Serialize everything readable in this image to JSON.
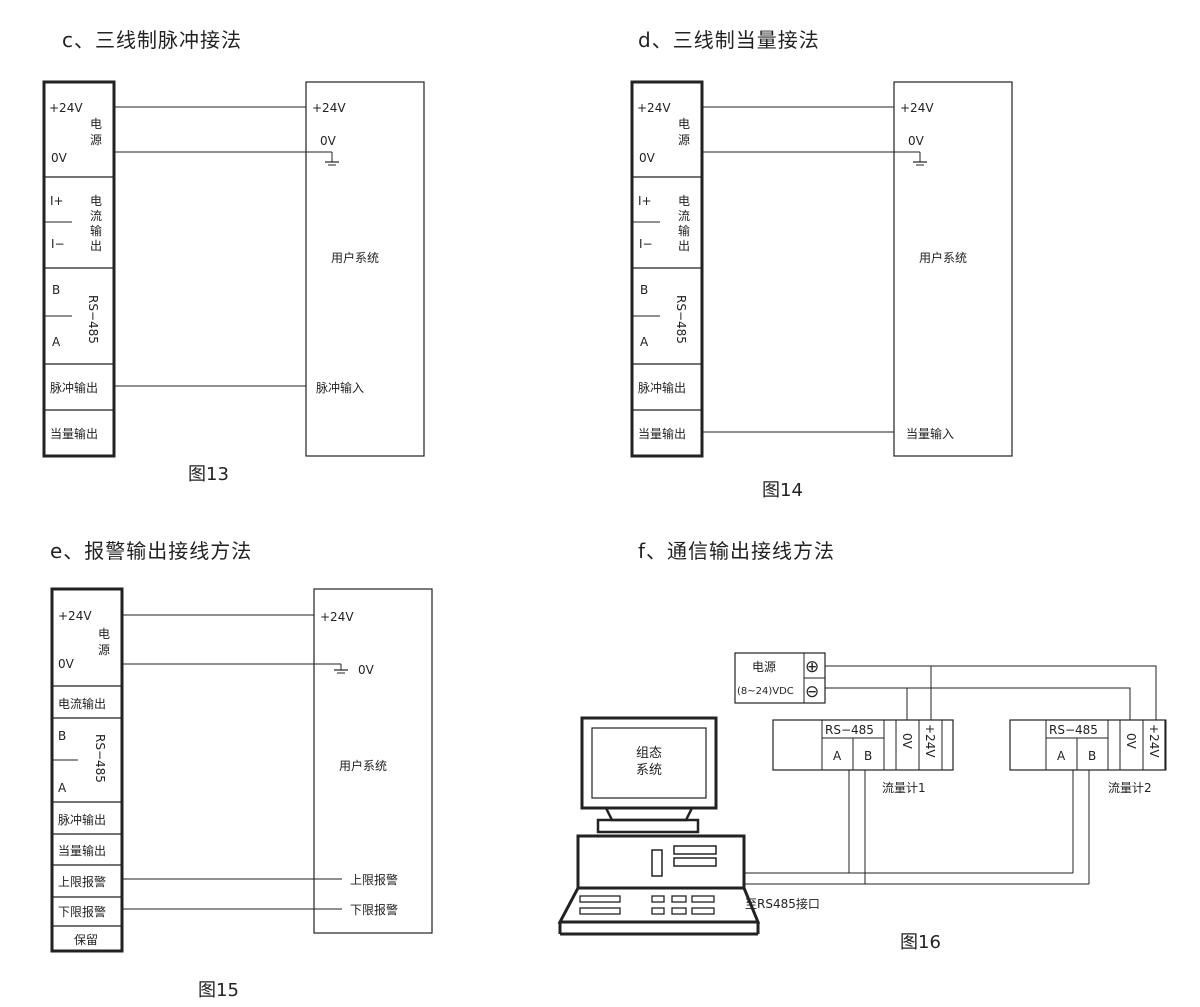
{
  "headings": {
    "c": "c、三线制脉冲接法",
    "d": "d、三线制当量接法",
    "e": "e、报警输出接线方法",
    "f": "f、通信输出接线方法"
  },
  "captions": {
    "fig13": "图13",
    "fig14": "图14",
    "fig15": "图15",
    "fig16": "图16"
  },
  "terminal": {
    "p24v": "+24V",
    "ov": "0V",
    "power_1": "电",
    "power_2": "源",
    "current_plus": "I+",
    "current_minus": "I−",
    "current_v": [
      "电",
      "流",
      "输",
      "出"
    ],
    "b": "B",
    "a": "A",
    "rs485": "RS−485",
    "pulse_out": "脉冲输出",
    "equiv_out": "当量输出",
    "current_out": "电流输出",
    "upper_alarm": "上限报警",
    "lower_alarm": "下限报警",
    "reserved": "保留"
  },
  "user_system": {
    "p24v": "+24V",
    "ov": "0V",
    "title": "用户系统",
    "pulse_in": "脉冲输入",
    "equiv_in": "当量输入",
    "upper_alarm": "上限报警",
    "lower_alarm": "下限报警"
  },
  "fig16": {
    "power_title": "电源",
    "power_spec": "(8~24)VDC",
    "plus_symbol": "⊕",
    "minus_symbol": "⊖",
    "config_line1": "组态",
    "config_line2": "系统",
    "rs485_header": "RS−485",
    "a": "A",
    "b": "B",
    "ov": "0V",
    "p24v": "+24V",
    "flowmeter1": "流量计1",
    "flowmeter2": "流量计2",
    "to_rs485": "至RS485接口"
  }
}
